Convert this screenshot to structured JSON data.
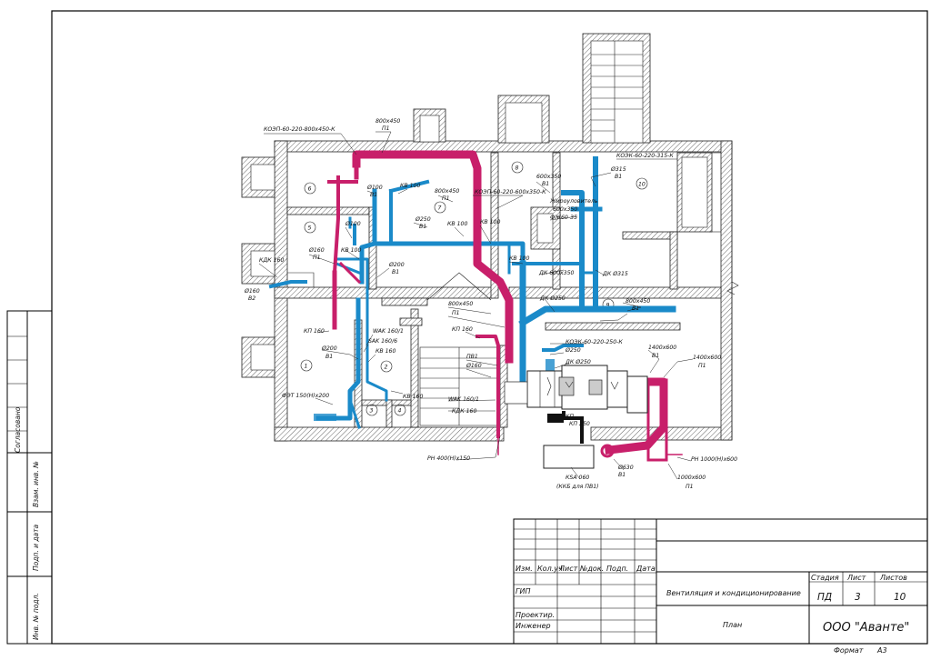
{
  "rooms": [
    "6",
    "5",
    "1",
    "2",
    "3",
    "4",
    "7",
    "8",
    "9",
    "10"
  ],
  "labels": {
    "l1": "КОЭП-60-220-800х450-К",
    "l2": "800х450",
    "l3": "П1",
    "l4": "КОЭК-60-220-315-К",
    "l5": "Ø315",
    "l6": "В1",
    "l7": "600х350",
    "l8": "В1",
    "l9": "КОЭП-60-220-600х350-К",
    "l10": "Ø100",
    "l11": "В1",
    "l12": "КВ 100",
    "l13": "800х450",
    "l14": "П1",
    "l15": "Ø250",
    "l16": "В1",
    "l17": "КВ 100",
    "l18": "КВ 100",
    "l19": "Жироуловитель",
    "l20": "600х350",
    "l21": "ФЖ60-35",
    "l22": "Ø160",
    "l23": "П1",
    "l24": "КДК 160",
    "l25": "Ø160",
    "l26": "В2",
    "l27": "Ø100",
    "l28": "КВ 100",
    "l29": "Ø200",
    "l30": "В1",
    "l31": "КВ 100",
    "l32": "ДК 600х350",
    "l33": "ДК Ø315",
    "l34": "ДК Ø250",
    "l35": "800х450",
    "l36": "В1",
    "l37": "800х450",
    "l38": "П1",
    "l39": "КП 160",
    "l40": "КП 160",
    "l41": "WAK 160/1",
    "l42": "SAK 160/6",
    "l43": "КВ 160",
    "l44": "Ø200",
    "l45": "В1",
    "l46": "ПВ1",
    "l47": "Ø160",
    "l48": "КОЭК-60-220-250-К",
    "l49": "Ø250",
    "l50": "ДК Ø250",
    "l51": "1400х600",
    "l52": "В1",
    "l53": "1400х600",
    "l54": "П1",
    "l55": "ФЭТ 150(H)х200",
    "l56": "КВ 160",
    "l57": "WAK 160/1",
    "l58": "КДК 160",
    "l59": "РН 400(H)х150",
    "l60": "КSA 060",
    "l61": "(ККБ для ПВ1)",
    "l62": "Ø630",
    "l63": "В1",
    "l64": "РН 1000(H)х600",
    "l65": "1000х600",
    "l66": "П1",
    "l67": "КП 250",
    "l68": "КП"
  },
  "side_stamp": {
    "agreed": "Согласовано",
    "inv_zam": "Взам. инв. №",
    "sign_date": "Подп. и дата",
    "inv_orig": "Инв. № подл."
  },
  "title_block": {
    "col_izm": "Изм.",
    "col_kol": "Кол.уч",
    "col_list": "Лист",
    "col_ndok": "№док.",
    "col_podp": "Подп.",
    "col_data": "Дата",
    "row_gip": "ГИП",
    "row_proekt": "Проектир.",
    "row_inzh": "Инженер",
    "project_title": "Вентиляция и кондиционирование",
    "sheet_name": "План",
    "stage_h": "Стадия",
    "list_h": "Лист",
    "lists_h": "Листов",
    "stage": "ПД",
    "list": "3",
    "lists": "10",
    "company": "ООО \"Аванте\"",
    "format_label": "Формат",
    "format_value": "А3"
  }
}
